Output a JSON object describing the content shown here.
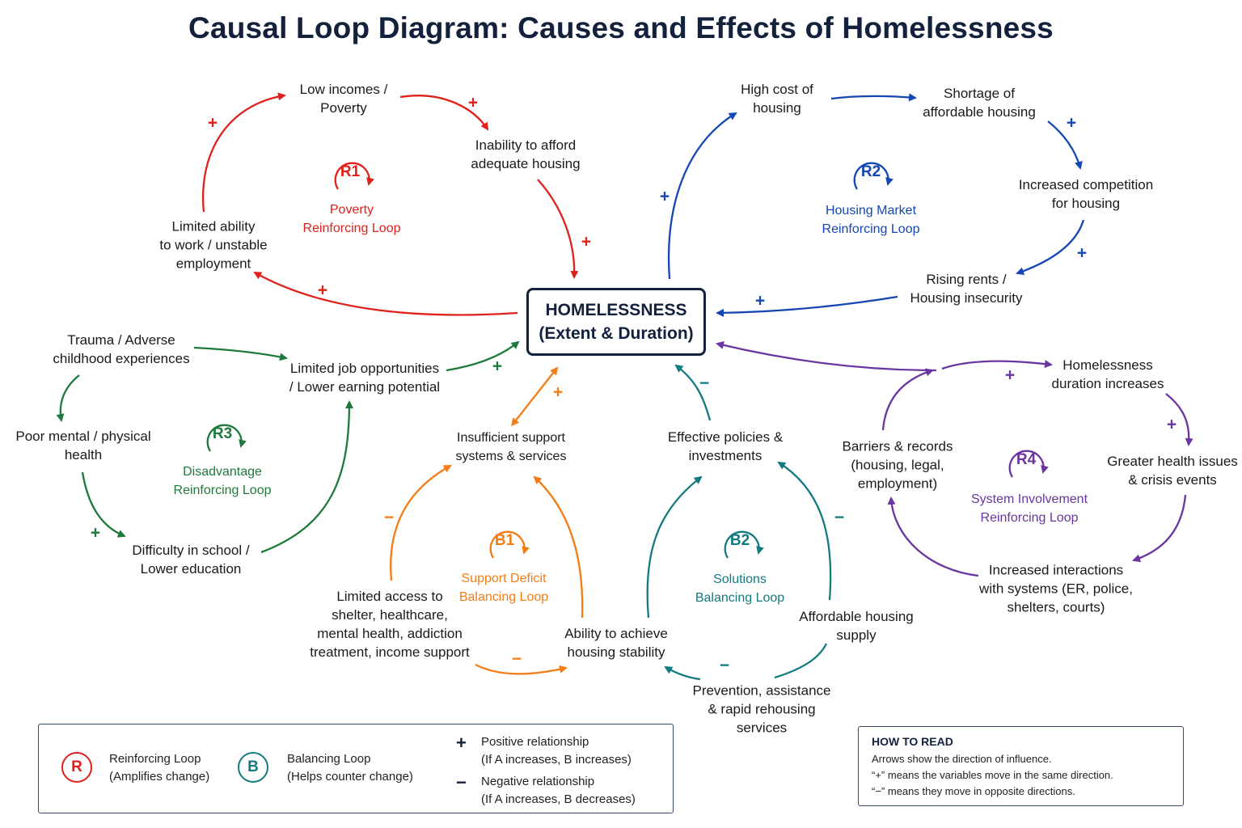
{
  "title": "Causal Loop Diagram: Causes and Effects of Homelessness",
  "colors": {
    "red": "#e0201a",
    "blue": "#1446b4",
    "green": "#1e7a3c",
    "orange": "#f47c14",
    "teal": "#137a80",
    "purple": "#6a35a0",
    "navy": "#14213d"
  },
  "center": {
    "line1": "HOMELESSNESS",
    "line2": "(Extent & Duration)"
  },
  "nodes": {
    "low_incomes": [
      "Low incomes /",
      "Poverty"
    ],
    "inability_afford": [
      "Inability to afford",
      "adequate housing"
    ],
    "limited_ability_work": [
      "Limited ability",
      "to work / unstable",
      "employment"
    ],
    "high_cost": [
      "High cost of",
      "housing"
    ],
    "shortage": [
      "Shortage of",
      "affordable housing"
    ],
    "competition": [
      "Increased competition",
      "for housing"
    ],
    "rising_rents": [
      "Rising rents /",
      "Housing insecurity"
    ],
    "trauma": [
      "Trauma / Adverse",
      "childhood experiences"
    ],
    "poor_health": [
      "Poor mental / physical",
      "health"
    ],
    "difficulty_school": [
      "Difficulty in school /",
      "Lower education"
    ],
    "limited_jobs": [
      "Limited job opportunities",
      "/ Lower earning potential"
    ],
    "insufficient_support": [
      "Insufficient support",
      "systems & services"
    ],
    "limited_access": [
      "Limited access to",
      "shelter, healthcare,",
      "mental health, addiction",
      "treatment, income support"
    ],
    "ability_stability": [
      "Ability to achieve",
      "housing stability"
    ],
    "effective_policies": [
      "Effective policies &",
      "investments"
    ],
    "affordable_supply": [
      "Affordable housing",
      "supply"
    ],
    "prevention": [
      "Prevention, assistance",
      "& rapid rehousing",
      "services"
    ],
    "barriers": [
      "Barriers & records",
      "(housing, legal,",
      "employment)"
    ],
    "duration_increases": [
      "Homelessness",
      "duration increases"
    ],
    "greater_health": [
      "Greater health issues",
      "& crisis events"
    ],
    "interactions": [
      "Increased interactions",
      "with systems (ER, police,",
      "shelters, courts)"
    ]
  },
  "loops": {
    "r1": {
      "id": "R1",
      "name": [
        "Poverty",
        "Reinforcing Loop"
      ]
    },
    "r2": {
      "id": "R2",
      "name": [
        "Housing Market",
        "Reinforcing Loop"
      ]
    },
    "r3": {
      "id": "R3",
      "name": [
        "Disadvantage",
        "Reinforcing Loop"
      ]
    },
    "r4": {
      "id": "R4",
      "name": [
        "System Involvement",
        "Reinforcing Loop"
      ]
    },
    "b1": {
      "id": "B1",
      "name": [
        "Support Deficit",
        "Balancing Loop"
      ]
    },
    "b2": {
      "id": "B2",
      "name": [
        "Solutions",
        "Balancing Loop"
      ]
    }
  },
  "signs": {
    "plus": "+",
    "minus": "−"
  },
  "legend": {
    "r_letter": "R",
    "r_label": [
      "Reinforcing Loop",
      "(Amplifies change)"
    ],
    "b_letter": "B",
    "b_label": [
      "Balancing Loop",
      "(Helps counter change)"
    ],
    "plus_symbol": "+",
    "plus_label": [
      "Positive relationship",
      "(If A increases, B increases)"
    ],
    "minus_symbol": "−",
    "minus_label": [
      "Negative relationship",
      "(If A increases, B decreases)"
    ]
  },
  "how_to": {
    "title": "HOW TO READ",
    "lines": [
      "Arrows show the direction of influence.",
      "“+” means the variables move in the same direction.",
      "“−” means they move in opposite directions."
    ]
  }
}
